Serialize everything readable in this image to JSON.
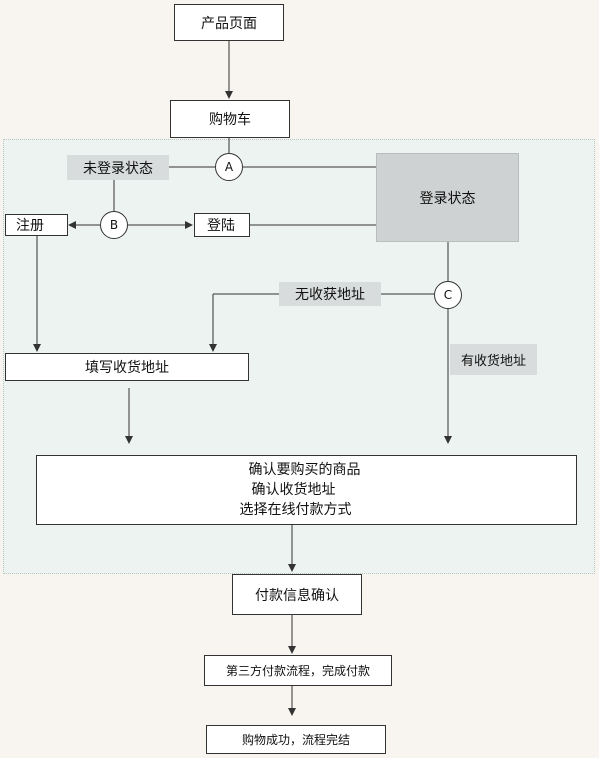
{
  "nodes": {
    "product_page": "产品页面",
    "cart": "购物车",
    "not_logged_in": "未登录状态",
    "logged_in": "登录状态",
    "register": "注册",
    "login": "登陆",
    "no_address": "无收获地址",
    "has_address": "有收货地址",
    "fill_address": "填写收货地址",
    "confirm_lines": [
      "确认要购买的商品",
      "确认收货地址",
      "选择在线付款方式"
    ],
    "payment_confirm": "付款信息确认",
    "third_party": "第三方付款流程，完成付款",
    "success": "购物成功，流程完结"
  },
  "connectors": {
    "a": "A",
    "b": "B",
    "c": "C"
  },
  "colors": {
    "background": "#f8f5f0",
    "region": "#edf3f1",
    "label_fill": "#d9dcdc",
    "logged_fill": "#cfd2d2",
    "line": "#333333"
  }
}
